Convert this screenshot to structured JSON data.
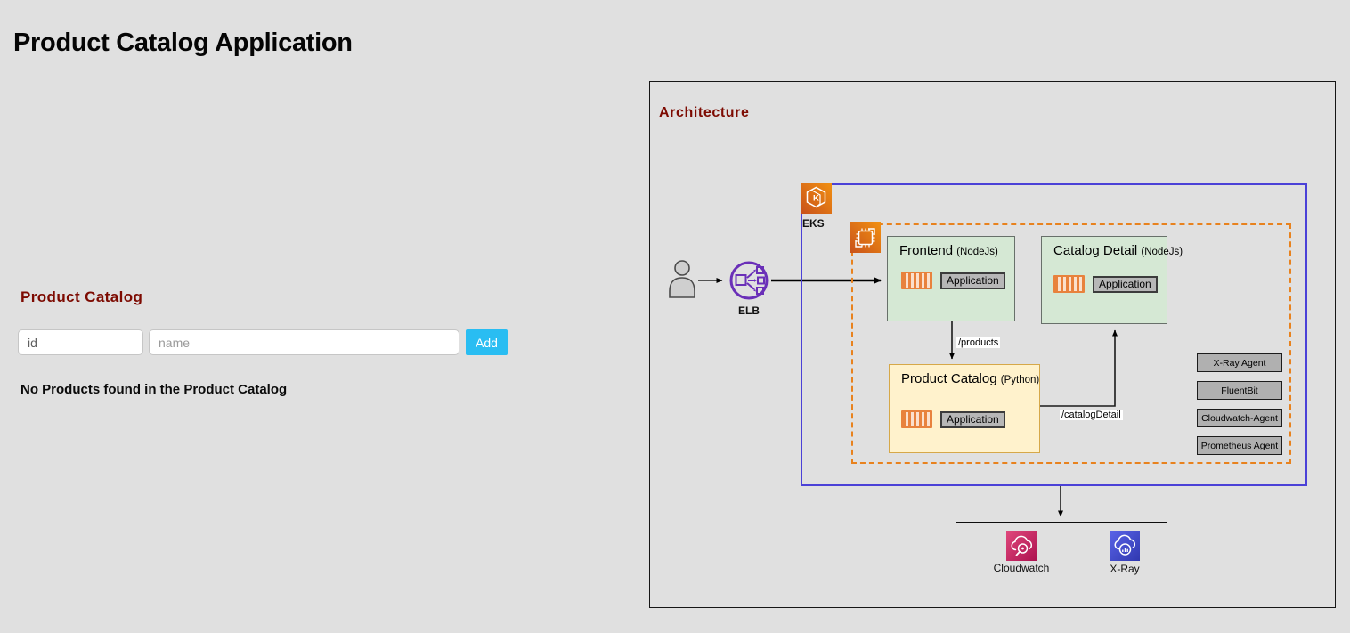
{
  "page": {
    "title": "Product Catalog Application"
  },
  "catalog": {
    "heading": "Product Catalog",
    "id_placeholder": "id",
    "name_placeholder": "name",
    "add_button": "Add",
    "empty_message": "No Products found in the Product Catalog"
  },
  "architecture": {
    "heading": "Architecture",
    "elb_label": "ELB",
    "eks_label": "EKS",
    "nodes": {
      "frontend": {
        "title": "Frontend",
        "runtime": "(NodeJs)",
        "app_label": "Application"
      },
      "catalog_detail": {
        "title": "Catalog Detail",
        "runtime": "(NodeJs)",
        "app_label": "Application"
      },
      "product_catalog": {
        "title": "Product Catalog",
        "runtime": "(Python)",
        "app_label": "Application"
      }
    },
    "edges": {
      "products": "/products",
      "catalog_detail": "/catalogDetail"
    },
    "agents": [
      "X-Ray Agent",
      "FluentBit",
      "Cloudwatch-Agent",
      "Prometheus Agent"
    ],
    "monitoring": {
      "cloudwatch_label": "Cloudwatch",
      "xray_label": "X-Ray"
    },
    "colors": {
      "heading_red": "#7d0b02",
      "add_button_blue": "#29bdf2",
      "eks_border_blue": "#4b41d7",
      "nodegroup_dashed_orange": "#e8821e",
      "node_green_fill": "#d5e8d4",
      "node_yellow_fill": "#fff2cc",
      "container_orange": "#e8823d",
      "elb_purple": "#6a2fb8",
      "cloudwatch_pink": "#c21d57",
      "xray_blue": "#4450d2",
      "aws_icon_orange": "#e8761f"
    }
  }
}
